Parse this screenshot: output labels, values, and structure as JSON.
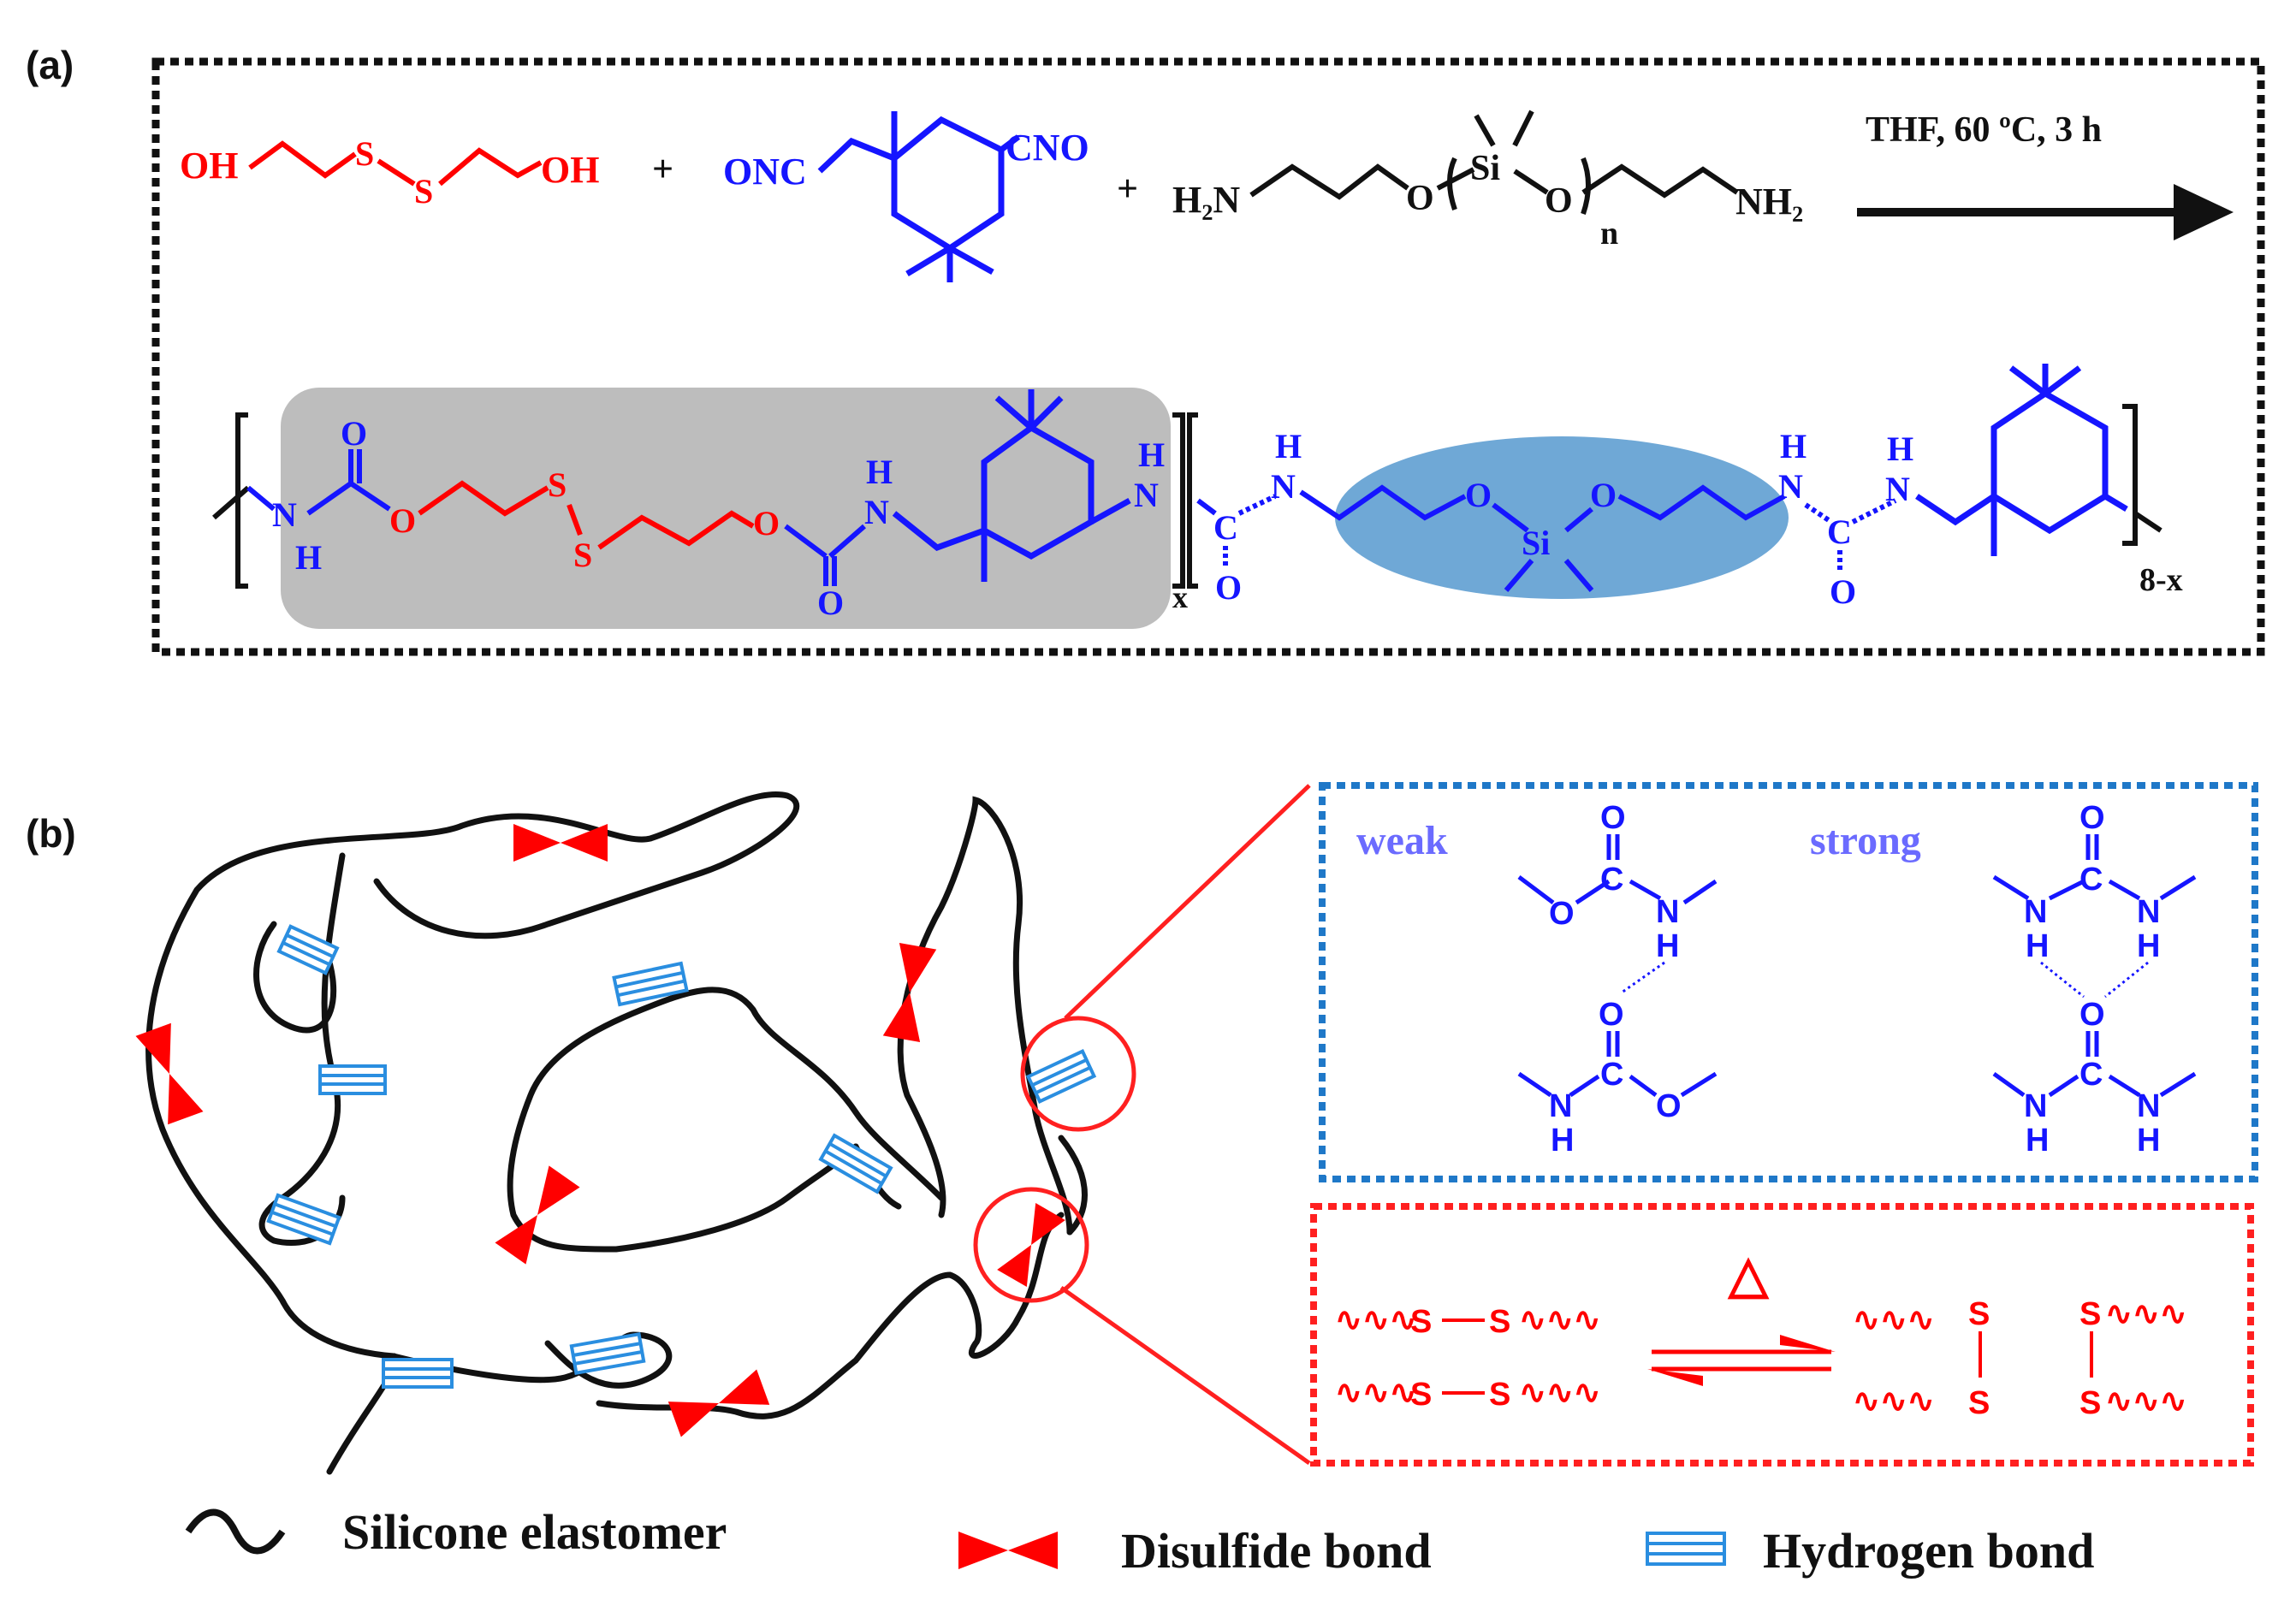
{
  "colors": {
    "red": "#ff0000",
    "blue": "#1515ff",
    "light_blue": "#2a8ee0",
    "black": "#111111",
    "gray_box": "#bdbdbd",
    "oval": "#6fa8d6",
    "dotted_blue": "#1f78c8",
    "dotted_red": "#ff2020"
  },
  "panel_a": {
    "label": "(a)",
    "reactant1": {
      "oh_left": "OH",
      "s1": "S",
      "s2": "S",
      "oh_right": "OH"
    },
    "plus1": "+",
    "reactant2": {
      "onc": "ONC",
      "cno": "CNO"
    },
    "plus2": "+",
    "reactant3": {
      "h2n": "H₂N",
      "o1": "O",
      "si": "Si",
      "o2": "O",
      "n": "n",
      "nh2": "NH₂"
    },
    "conditions": "THF, 60 ºC, 3 h",
    "product": {
      "nh1_n": "N",
      "nh1_h": "H",
      "o_top1": "O",
      "o_ester1": "O",
      "s1": "S",
      "s2": "S",
      "o_ester2": "O",
      "nh2_h": "H",
      "nh2_n": "N",
      "o_bottom1": "O",
      "nh3_h": "H",
      "nh3_n": "N",
      "x": "x",
      "c1": "C",
      "o_c1": "O",
      "nh4_h": "H",
      "nh4_n": "N",
      "si_o1": "O",
      "si": "Si",
      "si_o2": "O",
      "nh5_h": "H",
      "nh5_n": "N",
      "c2": "C",
      "o_c2": "O",
      "nh6_h": "H",
      "nh6_n": "N",
      "subscript": "8-x"
    }
  },
  "panel_b": {
    "label": "(b)",
    "hbond_box": {
      "weak": "weak",
      "strong": "strong",
      "atoms": {
        "O": "O",
        "C": "C",
        "N": "N",
        "H": "H"
      }
    },
    "disulfide_box": {
      "delta": "△",
      "s": "S",
      "wave": "∿∿∿"
    },
    "legend": [
      {
        "label": "Silicone elastomer",
        "icon": "wave-icon"
      },
      {
        "label": "Disulfide bond",
        "icon": "bowtie-icon"
      },
      {
        "label": "Hydrogen bond",
        "icon": "hbond-icon"
      }
    ]
  }
}
